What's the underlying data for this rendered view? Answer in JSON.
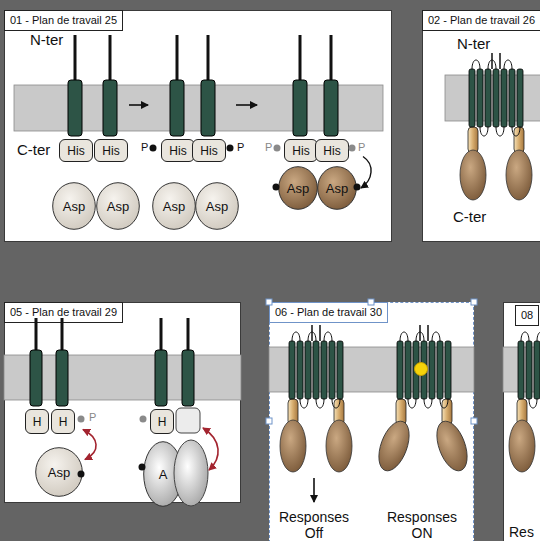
{
  "diagram": {
    "nodes": [
      {
        "text": [
          "01 - Plan de travail 25"
        ]
      },
      {
        "text": [
          "His"
        ],
        "in": 0
      },
      {
        "text": [
          "His"
        ],
        "in": 0
      },
      {
        "text": [
          "His"
        ],
        "in": 0
      },
      {
        "text": [
          "His"
        ],
        "in": 0
      },
      {
        "text": [
          "His"
        ],
        "in": 0
      },
      {
        "text": [
          "His"
        ],
        "in": 0
      },
      {
        "text": [
          "Asp"
        ],
        "in": 0
      },
      {
        "text": [
          "Asp"
        ],
        "in": 0
      },
      {
        "text": [
          "Asp"
        ],
        "in": 0
      },
      {
        "text": [
          "Asp"
        ],
        "in": 0
      },
      {
        "text": [
          "Asp"
        ],
        "in": 0
      },
      {
        "text": [
          "Asp"
        ],
        "in": 0
      },
      {
        "text": [
          "02 - Plan de travail 26"
        ]
      },
      {
        "text": [
          "05 - Plan de travail 29"
        ]
      },
      {
        "text": [
          "H"
        ],
        "in": 14
      },
      {
        "text": [
          "H"
        ],
        "in": 14
      },
      {
        "text": [
          "Asp"
        ],
        "in": 14
      },
      {
        "text": [
          "H"
        ],
        "in": 14
      },
      {
        "text": [
          "A"
        ],
        "in": 14
      },
      {
        "text": [
          "06 - Plan de travail 30"
        ]
      },
      {
        "text": [
          "08"
        ]
      }
    ],
    "edges": [
      {
        "from": 6,
        "to": 12,
        "arrow": "to"
      },
      {
        "from": 16,
        "to": 17,
        "arrow": "both"
      }
    ],
    "labels": [
      "N-ter",
      "C-ter",
      "P",
      "P",
      "P",
      "P",
      "N-ter",
      "C-ter",
      "P",
      "Responses Off",
      "Responses ON",
      "Res"
    ]
  }
}
